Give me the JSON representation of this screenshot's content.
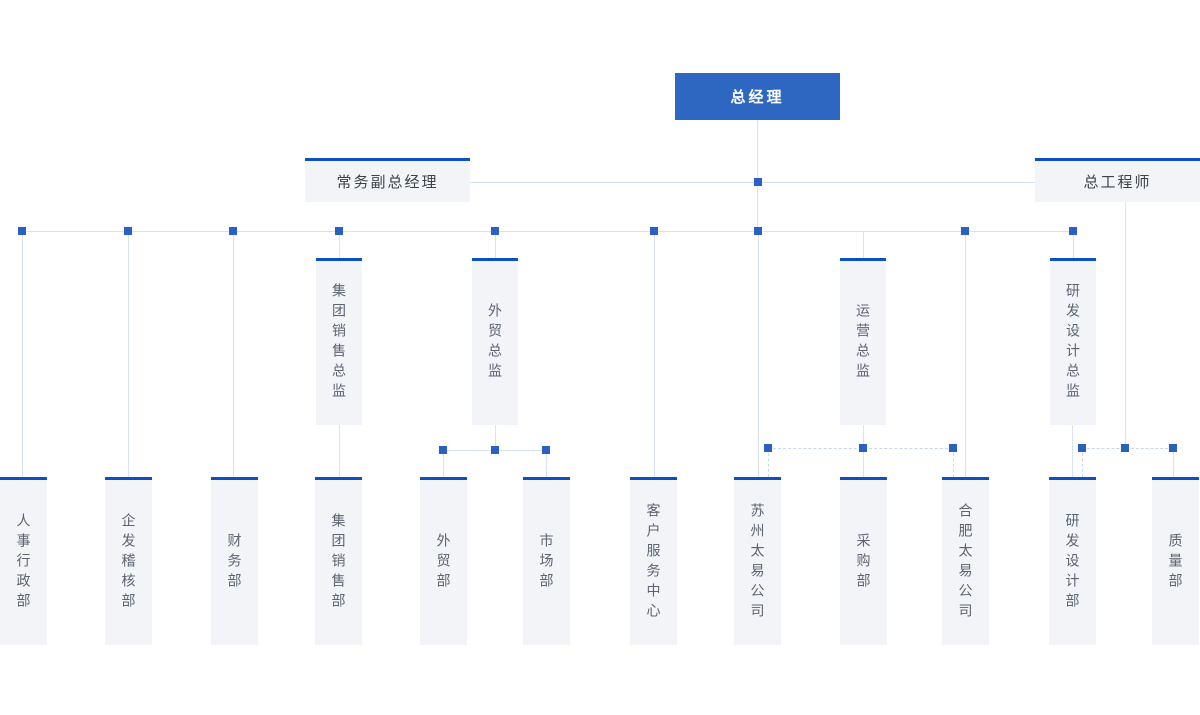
{
  "org_chart": {
    "root": {
      "label": "总经理"
    },
    "executives": [
      {
        "label": "常务副总经理"
      },
      {
        "label": "总工程师"
      }
    ],
    "directors": [
      {
        "label": "集团销售总监"
      },
      {
        "label": "外贸总监"
      },
      {
        "label": "运营总监"
      },
      {
        "label": "研发设计总监"
      }
    ],
    "departments": [
      {
        "label": "人事行政部"
      },
      {
        "label": "企发稽核部"
      },
      {
        "label": "财务部"
      },
      {
        "label": "集团销售部"
      },
      {
        "label": "外贸部"
      },
      {
        "label": "市场部"
      },
      {
        "label": "客户服务中心"
      },
      {
        "label": "苏州太易公司"
      },
      {
        "label": "采购部"
      },
      {
        "label": "合肥太易公司"
      },
      {
        "label": "研发设计部"
      },
      {
        "label": "质量部"
      }
    ]
  },
  "colors": {
    "root_box": "#2e67c2",
    "accent_border": "#0e4fc4",
    "node_background": "#f2f4f8",
    "connector_line": "#d7e2f4",
    "connector_dashed": "#c6d6f0",
    "junction_marker": "#2a5fc4"
  }
}
